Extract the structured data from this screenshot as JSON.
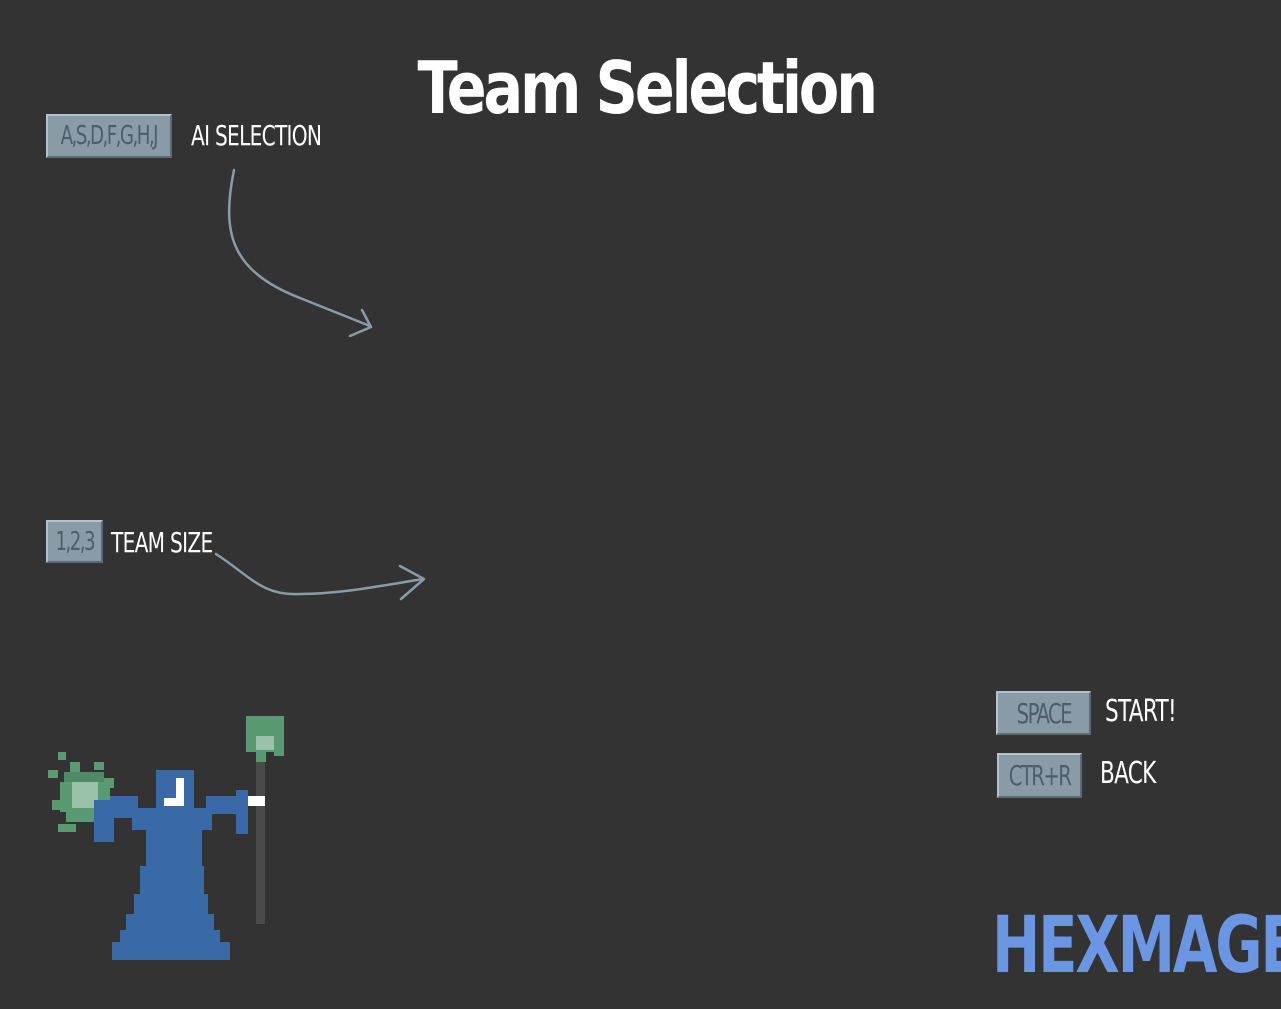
{
  "title": "Team Selection",
  "ai_selection": {
    "keys": "A,S,D,F,G,H,J",
    "label": "AI SELECTION"
  },
  "team_size": {
    "keys": "1,2,3",
    "label": "TEAM SIZE"
  },
  "start": {
    "key": "SPACE",
    "label": "START!"
  },
  "back": {
    "key": "CTR+R",
    "label": "BACK"
  },
  "brand": {
    "name": "HEXMAGE",
    "color": "#6b96e3"
  },
  "colors": {
    "background": "#333333",
    "key_fill": "#8a9ba8",
    "key_text": "#4e5d68",
    "arrow": "#8a9ba8",
    "wizard_robe": "#3a69a8",
    "magic_green": "#5a9a72"
  }
}
